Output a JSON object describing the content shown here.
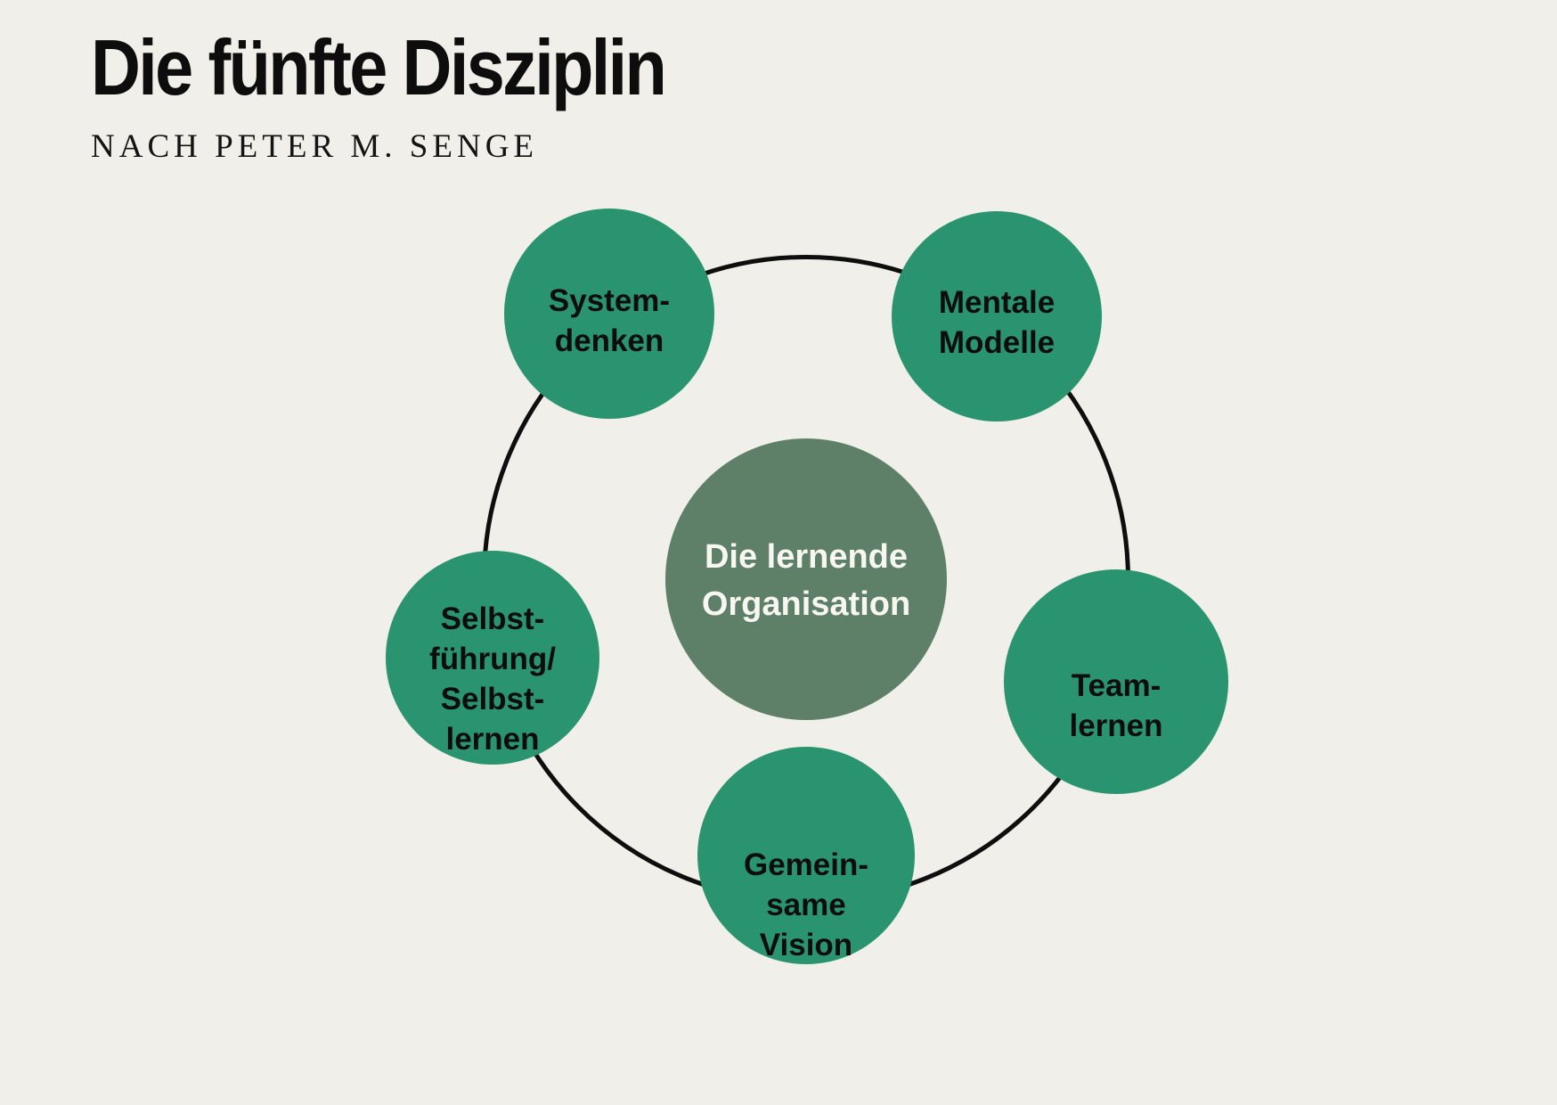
{
  "page": {
    "background_color": "#f0efe9",
    "accent_green": "#2a9471",
    "sage_green": "#5e8068",
    "ring_color": "#0e0e0e"
  },
  "header": {
    "title": "Die fünfte Disziplin",
    "subtitle": "NACH PETER M. SENGE"
  },
  "diagram": {
    "center_circle": {
      "lines": [
        "Die lernende",
        "Organisation"
      ]
    },
    "satellites": [
      {
        "id": "systemdenken",
        "lines": [
          "System-",
          "denken"
        ]
      },
      {
        "id": "mentale-modelle",
        "lines": [
          "Mentale",
          "Modelle"
        ]
      },
      {
        "id": "teamlernen",
        "lines": [
          "Team-",
          "lernen"
        ]
      },
      {
        "id": "gemeinsame-vision",
        "lines": [
          "Gemein-",
          "same",
          "Vision"
        ]
      },
      {
        "id": "selbstfuehrung-selbstlernen",
        "lines": [
          "Selbst-",
          "führung/",
          "Selbst-",
          "lernen"
        ]
      }
    ]
  }
}
